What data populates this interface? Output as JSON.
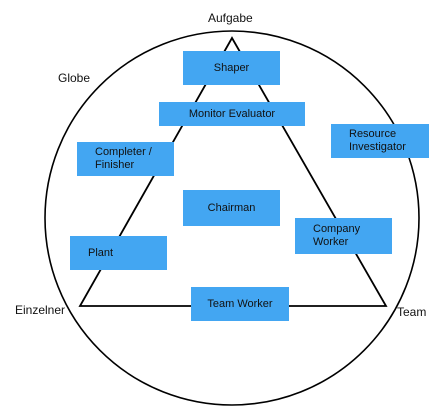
{
  "colors": {
    "box_fill": "#43a6f2",
    "line": "#000000",
    "background": "#ffffff"
  },
  "labels": {
    "top": "Aufgabe",
    "circle": "Globe",
    "left": "Einzelner",
    "right": "Team"
  },
  "roles": {
    "shaper": "Shaper",
    "monitor_evaluator": "Monitor Evaluator",
    "resource_investigator": "Resource\nInvestigator",
    "completer_finisher": "Completer /\nFinisher",
    "chairman": "Chairman",
    "company_worker": "Company\nWorker",
    "plant": "Plant",
    "team_worker": "Team Worker"
  }
}
